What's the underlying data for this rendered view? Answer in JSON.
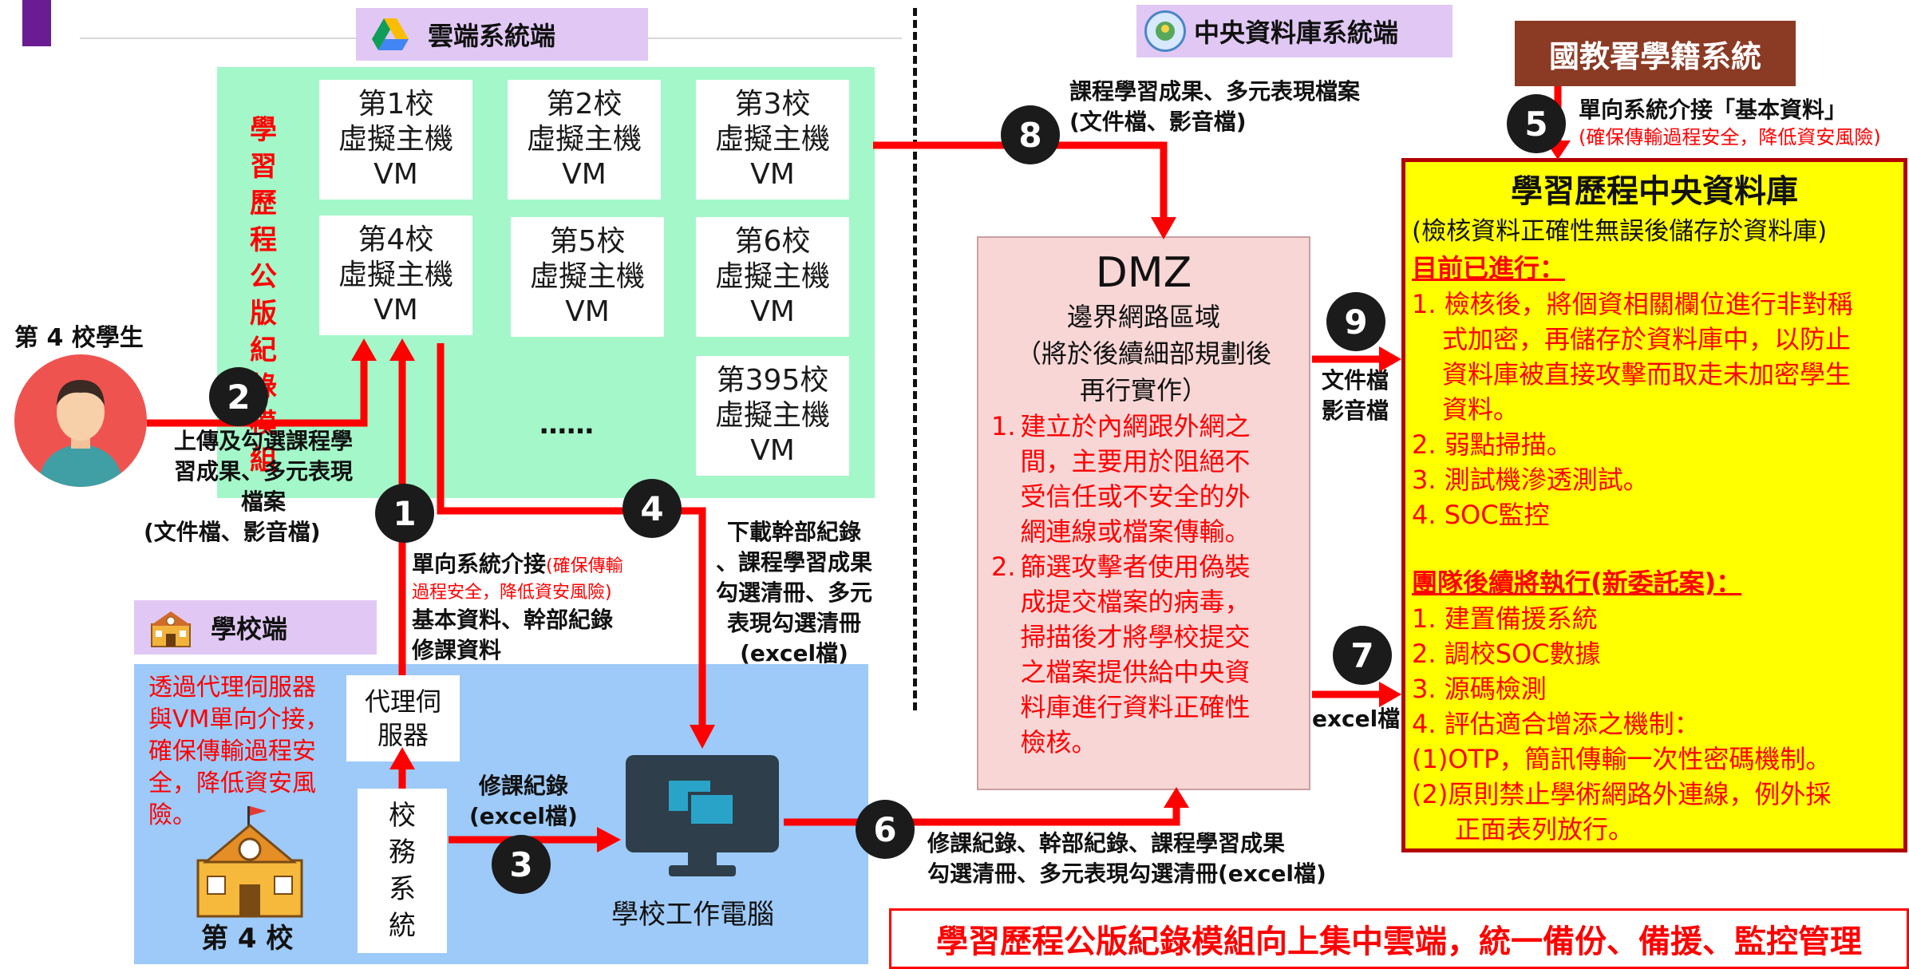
{
  "cloud": {
    "header": "雲端系統端",
    "module_label": [
      "學習",
      "歷程",
      "公版",
      "紀錄",
      "模組"
    ],
    "vms": [
      {
        "school": "第1校",
        "line2": "虛擬主機",
        "line3": "VM"
      },
      {
        "school": "第2校",
        "line2": "虛擬主機",
        "line3": "VM"
      },
      {
        "school": "第3校",
        "line2": "虛擬主機",
        "line3": "VM"
      },
      {
        "school": "第4校",
        "line2": "虛擬主機",
        "line3": "VM"
      },
      {
        "school": "第5校",
        "line2": "虛擬主機",
        "line3": "VM"
      },
      {
        "school": "第6校",
        "line2": "虛擬主機",
        "line3": "VM"
      },
      {
        "school": "第395校",
        "line2": "虛擬主機",
        "line3": "VM"
      }
    ],
    "ellipsis": "……"
  },
  "central_header": "中央資料庫系統端",
  "moe": {
    "title": "國教署學籍系統",
    "step5_line1": "單向系統介接「基本資料」",
    "step5_line2": "(確保傳輸過程安全，降低資安風險)"
  },
  "student": {
    "label": "第 4 校學生",
    "step2_text": [
      "上傳及勾選課程學",
      "習成果、多元表現",
      "檔案",
      "(文件檔、影音檔)"
    ]
  },
  "step1": {
    "title": "單向系統介接",
    "note": [
      "(確保傳輸",
      "過程安全，降低資安風險)"
    ],
    "lines": [
      "基本資料、幹部紀錄",
      "修課資料"
    ]
  },
  "step4_text": [
    "下載幹部紀錄",
    "、課程學習成果",
    "勾選清冊、多元",
    "表現勾選清冊",
    "(excel檔)"
  ],
  "step8_text": [
    "課程學習成果、多元表現檔案",
    "(文件檔、影音檔)"
  ],
  "school": {
    "header": "學校端",
    "red_note": [
      "透過代理伺服器",
      "與VM單向介接，",
      "確保傳輸過程安",
      "全，降低資安風",
      "險。"
    ],
    "proxy": [
      "代理伺",
      "服器"
    ],
    "affairs": [
      "校",
      "務",
      "系",
      "統"
    ],
    "school_label": "第 4 校",
    "step3_text": [
      "修課紀錄",
      "(excel檔)"
    ],
    "workstation": "學校工作電腦"
  },
  "step6_text": [
    "修課紀錄、幹部紀錄、課程學習成果",
    "勾選清冊、多元表現勾選清冊(excel檔)"
  ],
  "dmz": {
    "title": "DMZ",
    "sub": [
      "邊界網路區域",
      "（將於後續細部規劃後",
      "再行實作）"
    ],
    "items": [
      [
        "1.",
        "建立於內網跟外網之",
        "間，主要用於阻絕不",
        "受信任或不安全的外",
        "網連線或檔案傳輸。"
      ],
      [
        "2.",
        "篩選攻擊者使用偽裝",
        "成提交檔案的病毒，",
        "掃描後才將學校提交",
        "之檔案提供給中央資",
        "料庫進行資料正確性",
        "檢核。"
      ]
    ]
  },
  "step9_text": [
    "文件檔",
    "影音檔"
  ],
  "step7_text": "excel檔",
  "central": {
    "title": "學習歷程中央資料庫",
    "subtitle": "(檢核資料正確性無誤後儲存於資料庫)",
    "done_header": "目前已進行：",
    "done_items": [
      [
        "1. 檢核後，將個資相關欄位進行非對稱",
        "式加密，再儲存於資料庫中，以防止",
        "資料庫被直接攻擊而取走未加密學生",
        "資料。"
      ],
      [
        "2. 弱點掃描。"
      ],
      [
        "3. 測試機滲透測試。"
      ],
      [
        "4. SOC監控"
      ]
    ],
    "todo_header": "團隊後續將執行(新委託案)：",
    "todo_items": [
      [
        "1. 建置備援系統"
      ],
      [
        "2. 調校SOC數據"
      ],
      [
        "3. 源碼檢測"
      ],
      [
        "4. 評估適合增添之機制："
      ],
      [
        "(1)OTP，簡訊傳輸一次性密碼機制。"
      ],
      [
        "(2)原則禁止學術網路外連線，例外採",
        "正面表列放行。"
      ]
    ]
  },
  "footer": "學習歷程公版紀錄模組向上集中雲端，統一備份、備援、監控管理",
  "steps": [
    "1",
    "2",
    "3",
    "4",
    "5",
    "6",
    "7",
    "8",
    "9"
  ],
  "colors": {
    "arrow": "#ff0000",
    "cloud": "#a3f7c9",
    "school": "#9dcaf8",
    "central": "#ffff00",
    "moe": "#8b3a24"
  }
}
